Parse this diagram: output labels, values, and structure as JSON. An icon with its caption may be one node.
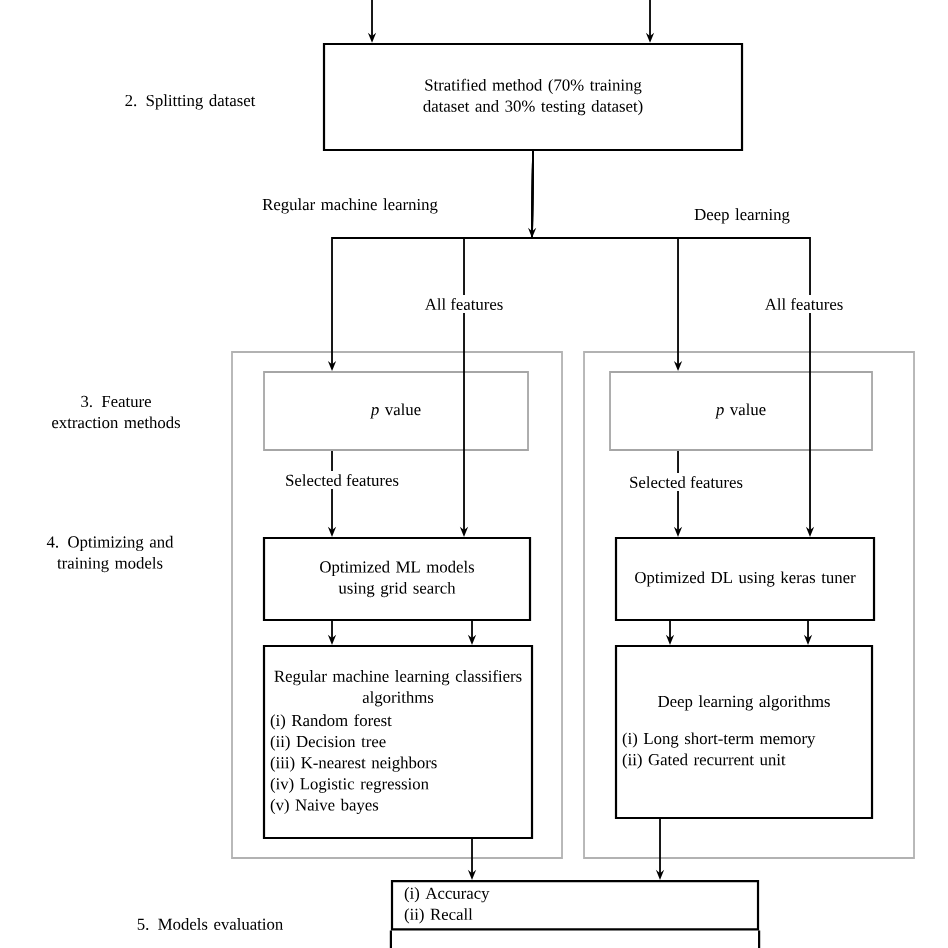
{
  "diagram": {
    "nodes": [
      {
        "text": [
          "Stratified method (70% training dataset and 30% testing dataset)"
        ]
      },
      {
        "text": [],
        "shape": "box"
      },
      {
        "text": [],
        "shape": "box"
      },
      {
        "text": [
          "*p* value"
        ],
        "in": 1
      },
      {
        "text": [
          "Optimized ML models using grid search"
        ],
        "in": 1
      },
      {
        "text": [
          "Regular machine learning classifiers algorithms",
          "(i) Random forest",
          "(ii) Decision tree",
          "(iii) K-nearest neighbors",
          "(iv) Logistic regression",
          "(v) Naive bayes"
        ],
        "in": 1
      },
      {
        "text": [
          "*p* value"
        ],
        "in": 2
      },
      {
        "text": [
          "Optimized DL using keras tuner"
        ],
        "in": 2
      },
      {
        "text": [
          "Deep learning algorithms",
          "(i) Long short-term memory",
          "(ii) Gated recurrent unit"
        ],
        "in": 2
      },
      {
        "text": [
          "(i) Accuracy",
          "(ii) Recall"
        ]
      }
    ],
    "edges": [
      {
        "from": null,
        "to": 0,
        "arrow": "to"
      },
      {
        "from": null,
        "to": 0,
        "arrow": "to"
      },
      {
        "from": 0,
        "to": 3,
        "arrow": "to"
      },
      {
        "from": 0,
        "to": 4,
        "arrow": "to",
        "label": "All features"
      },
      {
        "from": 0,
        "to": 6,
        "arrow": "to"
      },
      {
        "from": 0,
        "to": 7,
        "arrow": "to",
        "label": "All features"
      },
      {
        "from": 3,
        "to": 4,
        "arrow": "to",
        "label": "Selected features"
      },
      {
        "from": 6,
        "to": 7,
        "arrow": "to",
        "label": "Selected features"
      },
      {
        "from": 4,
        "to": 5,
        "arrow": "to"
      },
      {
        "from": 4,
        "to": 5,
        "arrow": "to"
      },
      {
        "from": 7,
        "to": 8,
        "arrow": "to"
      },
      {
        "from": 7,
        "to": 8,
        "arrow": "to"
      },
      {
        "from": 5,
        "to": 9,
        "arrow": "to"
      },
      {
        "from": 8,
        "to": 9,
        "arrow": "to"
      }
    ],
    "labels": [
      "2. Splitting dataset",
      "Regular machine learning",
      "Deep learning",
      "3. Feature extraction methods",
      "4. Optimizing and training models",
      "5. Models evaluation"
    ]
  }
}
